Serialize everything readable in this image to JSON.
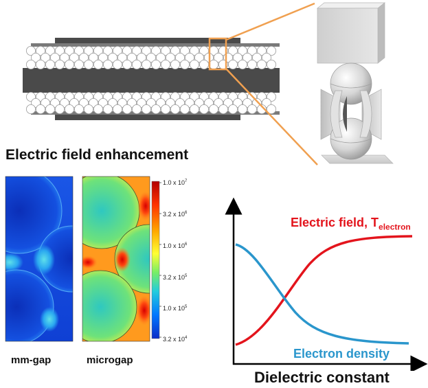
{
  "title": "Electric field enhancement",
  "panels": {
    "left_label": "mm-gap",
    "right_label": "microgap"
  },
  "colorbar": {
    "ticks": [
      {
        "mantissa": "1.0 x 10",
        "exp": "7"
      },
      {
        "mantissa": "3.2 x 10",
        "exp": "6"
      },
      {
        "mantissa": "1.0 x 10",
        "exp": "6"
      },
      {
        "mantissa": "3.2 x 10",
        "exp": "5"
      },
      {
        "mantissa": "1.0 x 10",
        "exp": "5"
      },
      {
        "mantissa": "3.2 x 10",
        "exp": "4"
      }
    ],
    "colors": [
      "#b30000",
      "#ff3300",
      "#ffaa00",
      "#ffff33",
      "#77ee66",
      "#22ccdd",
      "#0077ff",
      "#0a2cc8"
    ]
  },
  "trend_chart": {
    "x_label": "Dielectric constant",
    "field_label_main": "Electric field, T",
    "field_label_sub": "electron",
    "density_label": "Electron density",
    "colors": {
      "field": "#e3141c",
      "density": "#2a96cc"
    }
  },
  "colors": {
    "electrode": "#4a4a4a",
    "bead_outline": "#9a9a9a",
    "zoom_frame": "#f0a050"
  }
}
